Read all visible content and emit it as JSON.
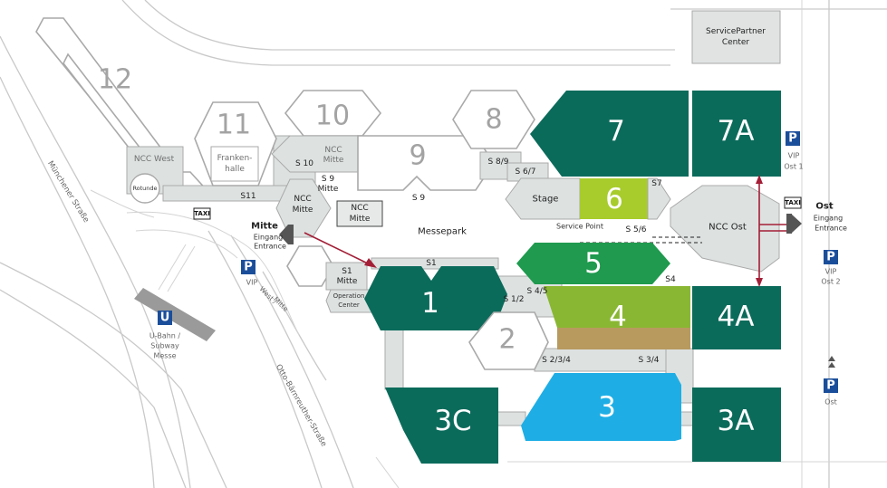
{
  "colors": {
    "dark_green": "#0b6b5b",
    "mid_green": "#1f9a4e",
    "lime": "#a8cc2b",
    "olive_green": "#8ab733",
    "tan": "#b89a5f",
    "light_blue": "#1eaee5",
    "connector_grey": "#dde2e1",
    "parking_blue": "#1b4e9a",
    "route_red": "#a31e36"
  },
  "halls": {
    "h1": "1",
    "h2": "2",
    "h3": "3",
    "h3a": "3A",
    "h3c": "3C",
    "h4": "4",
    "h4a": "4A",
    "h5": "5",
    "h6": "6",
    "h7": "7",
    "h7a": "7A",
    "h8": "8",
    "h9": "9",
    "h10": "10",
    "h11": "11",
    "h12": "12"
  },
  "labels": {
    "service_partner_1": "ServicePartner",
    "service_partner_2": "Center",
    "ncc_west": "NCC West",
    "rotunde": "Rotunde",
    "franken_1": "Franken-",
    "franken_2": "halle",
    "ncc_mitte_top_1": "NCC",
    "ncc_mitte_top_2": "Mitte",
    "ncc_mitte_left_1": "NCC",
    "ncc_mitte_left_2": "Mitte",
    "ncc_mitte_box_1": "NCC",
    "ncc_mitte_box_2": "Mitte",
    "messepark": "Messepark",
    "stage": "Stage",
    "service_point": "Service Point",
    "ncc_ost": "NCC Ost",
    "operation_1": "Operation",
    "operation_2": "Center",
    "mitte_1": "Mitte",
    "mitte_2": "Eingang",
    "mitte_3": "Entrance",
    "ost_1": "Ost",
    "ost_2": "Eingang",
    "ost_3": "Entrance",
    "taxi_west": "TAXI",
    "taxi_east": "TAXI"
  },
  "sections": {
    "s10": "S 10",
    "s11": "S11",
    "s9": "S 9",
    "s9_mitte_1": "S 9",
    "s9_mitte_2": "Mitte",
    "s89": "S 8/9",
    "s67": "S 6/7",
    "s7": "S7",
    "s56": "S 5/6",
    "s4": "S4",
    "s45": "S 4/5",
    "s1": "S1",
    "s12": "S 1/2",
    "s1_mitte_1": "S1",
    "s1_mitte_2": "Mitte",
    "s234": "S 2/3/4",
    "s34": "S 3/4"
  },
  "parking": {
    "p_symbol": "P",
    "vip_mitte_1": "VIP",
    "vip_mitte_2": "West /",
    "vip_mitte_3": "Mitte",
    "vip_ost1_1": "VIP",
    "vip_ost1_2": "Ost 1",
    "vip_ost2_1": "VIP",
    "vip_ost2_2": "Ost 2",
    "ost": "Ost"
  },
  "transit": {
    "u_symbol": "U",
    "ubahn_1": "U-Bahn /",
    "ubahn_2": "Subway",
    "ubahn_3": "Messe"
  },
  "streets": {
    "muenchener": "Münchener Straße",
    "otto": "Otto-Bärnreuther-Straße"
  }
}
